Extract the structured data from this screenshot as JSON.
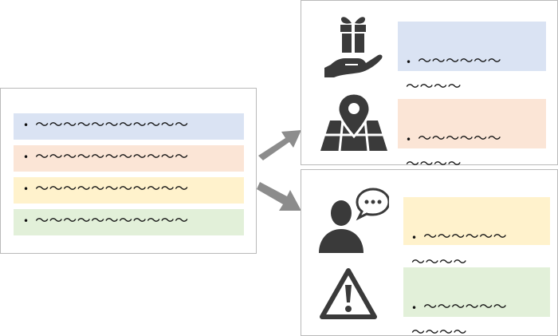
{
  "colors": {
    "blue": "#dae3f3",
    "orange": "#fbe5d6",
    "yellow": "#fff2cc",
    "green": "#e2f0d9",
    "icon": "#3a3a3a",
    "arrow": "#8c8c8c",
    "border": "#b9b9b9"
  },
  "left_panel": {
    "items": [
      {
        "bullet": "•",
        "text": "〜〜〜〜〜〜〜〜〜〜〜",
        "color": "blue"
      },
      {
        "bullet": "•",
        "text": "〜〜〜〜〜〜〜〜〜〜〜",
        "color": "orange"
      },
      {
        "bullet": "•",
        "text": "〜〜〜〜〜〜〜〜〜〜〜",
        "color": "yellow"
      },
      {
        "bullet": "•",
        "text": "〜〜〜〜〜〜〜〜〜〜〜",
        "color": "green"
      }
    ]
  },
  "top_right_panel": {
    "items": [
      {
        "icon": "gift-hand-icon",
        "bullet": "•",
        "line1": "〜〜〜〜〜〜",
        "line2": "〜〜〜〜",
        "color": "blue"
      },
      {
        "icon": "map-pin-icon",
        "bullet": "•",
        "line1": "〜〜〜〜〜〜",
        "line2": "〜〜〜〜",
        "color": "orange"
      }
    ]
  },
  "bottom_right_panel": {
    "items": [
      {
        "icon": "person-speech-icon",
        "bullet": "•",
        "line1": "〜〜〜〜〜〜",
        "line2": "〜〜〜〜",
        "color": "yellow"
      },
      {
        "icon": "warning-icon",
        "bullet": "•",
        "line1": "〜〜〜〜〜〜",
        "line2": "〜〜〜〜",
        "color": "green"
      }
    ]
  }
}
